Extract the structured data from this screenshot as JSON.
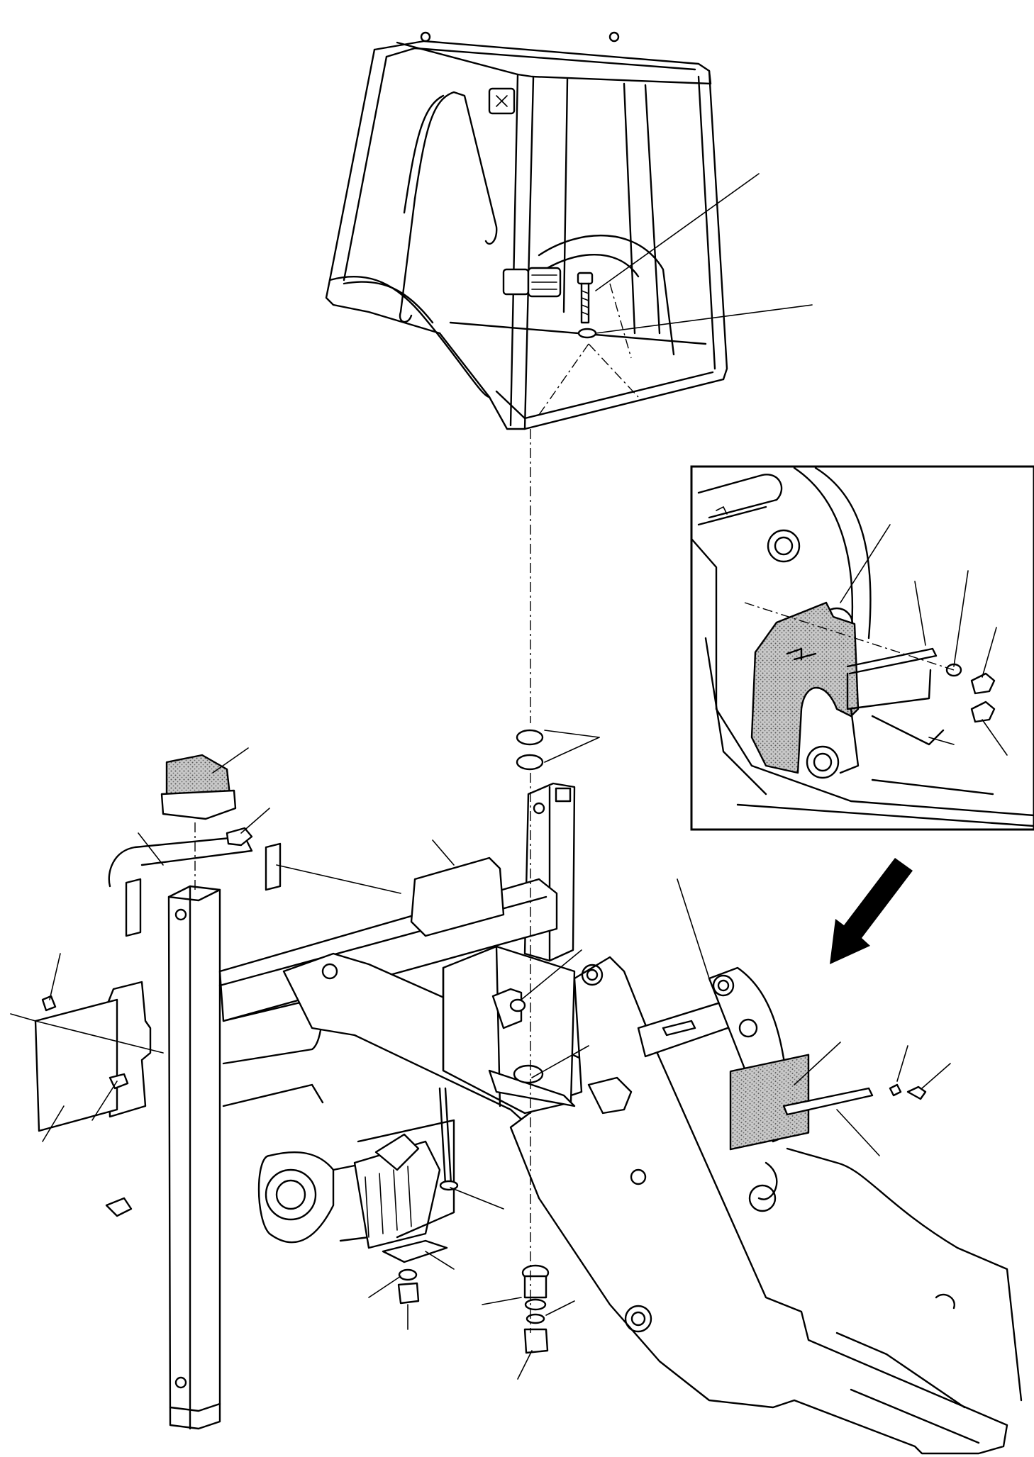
{
  "figure": {
    "kind": "exploded parts diagram",
    "components": {
      "cab": "cab",
      "frame": "chassis-frame",
      "detail_inset": "detail-inset",
      "pointer": "detail-arrow",
      "axle": "axle"
    },
    "callout_count": 27,
    "colors": {
      "line": "#000000",
      "background": "#ffffff",
      "stipple": "#777777"
    }
  }
}
